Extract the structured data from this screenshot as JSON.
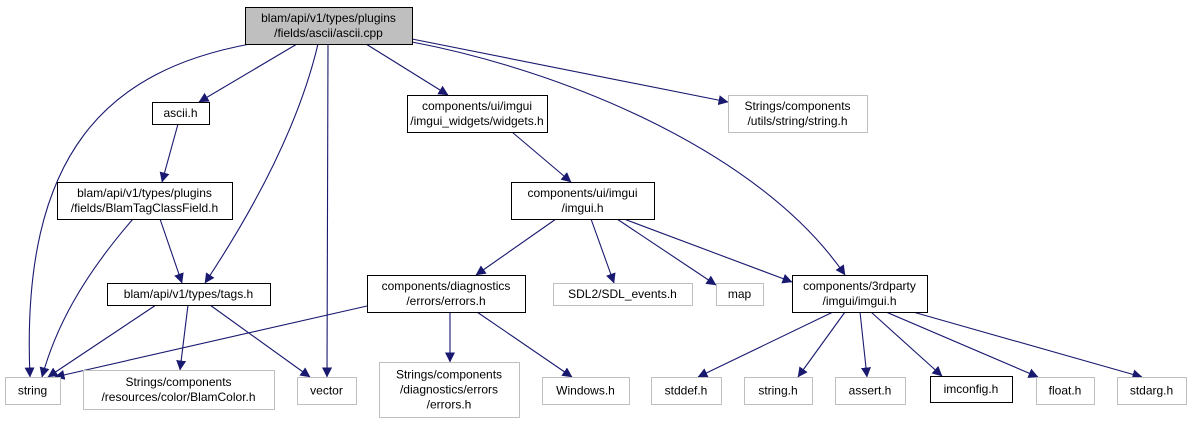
{
  "colors": {
    "edge": "#191970",
    "root_fill": "#bfbfbf",
    "root_border": "#000000",
    "documented_border": "#000000",
    "external_border": "#bfbfbf",
    "external_text": "#4a4a4a"
  },
  "nodes": [
    {
      "id": "root",
      "kind": "root",
      "lines": [
        "blam/api/v1/types/plugins",
        "/fields/ascii/ascii.cpp"
      ]
    },
    {
      "id": "ascii_h",
      "kind": "documented",
      "lines": [
        "ascii.h"
      ]
    },
    {
      "id": "widgets_h",
      "kind": "documented",
      "lines": [
        "components/ui/imgui",
        "/imgui_widgets/widgets.h"
      ]
    },
    {
      "id": "string_h_utils",
      "kind": "external",
      "lines": [
        "Strings/components",
        "/utils/string/string.h"
      ]
    },
    {
      "id": "blamtagclassfield_h",
      "kind": "documented",
      "lines": [
        "blam/api/v1/types/plugins",
        "/fields/BlamTagClassField.h"
      ]
    },
    {
      "id": "ui_imgui_h",
      "kind": "documented",
      "lines": [
        "components/ui/imgui",
        "/imgui.h"
      ]
    },
    {
      "id": "tags_h",
      "kind": "documented",
      "lines": [
        "blam/api/v1/types/tags.h"
      ]
    },
    {
      "id": "errors_h",
      "kind": "documented",
      "lines": [
        "components/diagnostics",
        "/errors/errors.h"
      ]
    },
    {
      "id": "sdl_events_h",
      "kind": "external",
      "lines": [
        "SDL2/SDL_events.h"
      ]
    },
    {
      "id": "map",
      "kind": "external",
      "lines": [
        "map"
      ]
    },
    {
      "id": "thirdparty_imgui_h",
      "kind": "documented",
      "lines": [
        "components/3rdparty",
        "/imgui/imgui.h"
      ]
    },
    {
      "id": "string",
      "kind": "external",
      "lines": [
        "string"
      ]
    },
    {
      "id": "blamcolor_h",
      "kind": "external",
      "lines": [
        "Strings/components",
        "/resources/color/BlamColor.h"
      ]
    },
    {
      "id": "vector",
      "kind": "external",
      "lines": [
        "vector"
      ]
    },
    {
      "id": "strings_errors_h",
      "kind": "external",
      "lines": [
        "Strings/components",
        "/diagnostics/errors",
        "/errors.h"
      ]
    },
    {
      "id": "windows_h",
      "kind": "external",
      "lines": [
        "Windows.h"
      ]
    },
    {
      "id": "stddef_h",
      "kind": "external",
      "lines": [
        "stddef.h"
      ]
    },
    {
      "id": "string_h",
      "kind": "external",
      "lines": [
        "string.h"
      ]
    },
    {
      "id": "assert_h",
      "kind": "external",
      "lines": [
        "assert.h"
      ]
    },
    {
      "id": "imconfig_h",
      "kind": "documented",
      "lines": [
        "imconfig.h"
      ]
    },
    {
      "id": "float_h",
      "kind": "external",
      "lines": [
        "float.h"
      ]
    },
    {
      "id": "stdarg_h",
      "kind": "external",
      "lines": [
        "stdarg.h"
      ]
    }
  ],
  "edges": [
    {
      "from": "root",
      "to": "ascii_h"
    },
    {
      "from": "root",
      "to": "widgets_h"
    },
    {
      "from": "root",
      "to": "string_h_utils"
    },
    {
      "from": "root",
      "to": "thirdparty_imgui_h"
    },
    {
      "from": "root",
      "to": "tags_h"
    },
    {
      "from": "root",
      "to": "string"
    },
    {
      "from": "root",
      "to": "vector"
    },
    {
      "from": "ascii_h",
      "to": "blamtagclassfield_h"
    },
    {
      "from": "blamtagclassfield_h",
      "to": "tags_h"
    },
    {
      "from": "blamtagclassfield_h",
      "to": "string"
    },
    {
      "from": "widgets_h",
      "to": "ui_imgui_h"
    },
    {
      "from": "ui_imgui_h",
      "to": "errors_h"
    },
    {
      "from": "ui_imgui_h",
      "to": "sdl_events_h"
    },
    {
      "from": "ui_imgui_h",
      "to": "map"
    },
    {
      "from": "ui_imgui_h",
      "to": "thirdparty_imgui_h"
    },
    {
      "from": "tags_h",
      "to": "string"
    },
    {
      "from": "tags_h",
      "to": "blamcolor_h"
    },
    {
      "from": "tags_h",
      "to": "vector"
    },
    {
      "from": "errors_h",
      "to": "string"
    },
    {
      "from": "errors_h",
      "to": "strings_errors_h"
    },
    {
      "from": "errors_h",
      "to": "windows_h"
    },
    {
      "from": "thirdparty_imgui_h",
      "to": "stddef_h"
    },
    {
      "from": "thirdparty_imgui_h",
      "to": "string_h"
    },
    {
      "from": "thirdparty_imgui_h",
      "to": "assert_h"
    },
    {
      "from": "thirdparty_imgui_h",
      "to": "imconfig_h"
    },
    {
      "from": "thirdparty_imgui_h",
      "to": "float_h"
    },
    {
      "from": "thirdparty_imgui_h",
      "to": "stdarg_h"
    }
  ]
}
